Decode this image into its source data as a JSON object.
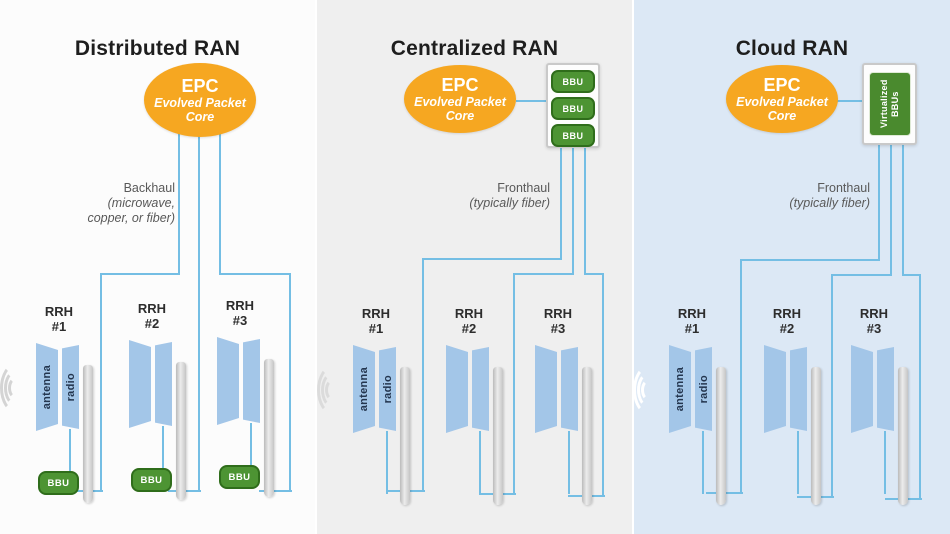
{
  "colors": {
    "epc_orange": "#F6A721",
    "bbu_green": "#4D9433",
    "bbu_green_border": "#2F6D1B",
    "line_blue": "#74BEE4",
    "antenna_panel_blue": "#A3C6E8",
    "panel1_bg": "#FCFCFC",
    "panel2_bg": "#EFEFEF",
    "panel3_bg": "#DCE8F5"
  },
  "panels": [
    {
      "title": "Distributed RAN",
      "epc": {
        "abbr": "EPC",
        "name": "Evolved Packet Core"
      },
      "haul": {
        "title": "Backhaul",
        "note_lines": [
          "(microwave,",
          "copper, or fiber)"
        ]
      },
      "towers": [
        {
          "label": "RRH",
          "number": "#1",
          "antenna_label": "antenna",
          "radio_label": "radio",
          "bbu_label": "BBU"
        },
        {
          "label": "RRH",
          "number": "#2",
          "bbu_label": "BBU"
        },
        {
          "label": "RRH",
          "number": "#3",
          "bbu_label": "BBU"
        }
      ]
    },
    {
      "title": "Centralized RAN",
      "epc": {
        "abbr": "EPC",
        "name": "Evolved Packet Core"
      },
      "hub_bbus": [
        "BBU",
        "BBU",
        "BBU"
      ],
      "haul": {
        "title": "Fronthaul",
        "note_lines": [
          "(typically fiber)"
        ]
      },
      "towers": [
        {
          "label": "RRH",
          "number": "#1",
          "antenna_label": "antenna",
          "radio_label": "radio"
        },
        {
          "label": "RRH",
          "number": "#2"
        },
        {
          "label": "RRH",
          "number": "#3"
        }
      ]
    },
    {
      "title": "Cloud RAN",
      "epc": {
        "abbr": "EPC",
        "name": "Evolved Packet Core"
      },
      "hub_virtualized": "Virtualized BBUs",
      "haul": {
        "title": "Fronthaul",
        "note_lines": [
          "(typically fiber)"
        ]
      },
      "towers": [
        {
          "label": "RRH",
          "number": "#1",
          "antenna_label": "antenna",
          "radio_label": "radio"
        },
        {
          "label": "RRH",
          "number": "#2"
        },
        {
          "label": "RRH",
          "number": "#3"
        }
      ]
    }
  ]
}
